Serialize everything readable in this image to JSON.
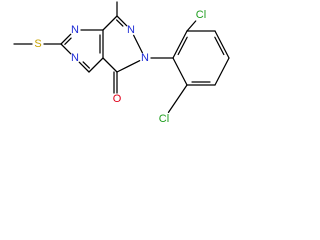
{
  "structure": {
    "atoms": [
      {
        "id": "CH3_S",
        "symbol": "",
        "color": "#000000"
      },
      {
        "id": "S",
        "symbol": "S",
        "color": "#c8a200"
      },
      {
        "id": "C2",
        "symbol": "",
        "color": "#000000"
      },
      {
        "id": "N1",
        "symbol": "N",
        "color": "#1d2bd6"
      },
      {
        "id": "N3",
        "symbol": "N",
        "color": "#1d2bd6"
      },
      {
        "id": "C8a",
        "symbol": "",
        "color": "#000000"
      },
      {
        "id": "C4",
        "symbol": "",
        "color": "#000000"
      },
      {
        "id": "C4a",
        "symbol": "",
        "color": "#000000"
      },
      {
        "id": "C8",
        "symbol": "",
        "color": "#000000"
      },
      {
        "id": "CH3_C8",
        "symbol": "",
        "color": "#000000"
      },
      {
        "id": "N7",
        "symbol": "N",
        "color": "#1d2bd6"
      },
      {
        "id": "N6",
        "symbol": "N",
        "color": "#1d2bd6"
      },
      {
        "id": "C5",
        "symbol": "",
        "color": "#000000"
      },
      {
        "id": "O",
        "symbol": "O",
        "color": "#e0001a"
      },
      {
        "id": "Ph1",
        "symbol": "",
        "color": "#000000"
      },
      {
        "id": "Ph2",
        "symbol": "",
        "color": "#000000"
      },
      {
        "id": "Cl_top",
        "symbol": "Cl",
        "color": "#1f9e1f"
      },
      {
        "id": "Ph3",
        "symbol": "",
        "color": "#000000"
      },
      {
        "id": "Ph4",
        "symbol": "",
        "color": "#000000"
      },
      {
        "id": "Ph5",
        "symbol": "",
        "color": "#000000"
      },
      {
        "id": "Ph6",
        "symbol": "",
        "color": "#000000"
      },
      {
        "id": "Cl_bottom",
        "symbol": "Cl",
        "color": "#1f9e1f"
      }
    ],
    "bonds": [
      {
        "a": "CH3_S",
        "b": "S",
        "order": 1
      },
      {
        "a": "S",
        "b": "C2",
        "order": 1
      },
      {
        "a": "C2",
        "b": "N1",
        "order": 2
      },
      {
        "a": "C2",
        "b": "N3",
        "order": 1
      },
      {
        "a": "N1",
        "b": "C8a",
        "order": 1
      },
      {
        "a": "N3",
        "b": "C4",
        "order": 2
      },
      {
        "a": "C4",
        "b": "C4a",
        "order": 1
      },
      {
        "a": "C4a",
        "b": "C8a",
        "order": 2
      },
      {
        "a": "C8a",
        "b": "C8",
        "order": 1
      },
      {
        "a": "C8",
        "b": "CH3_C8",
        "order": 1
      },
      {
        "a": "C8",
        "b": "N7",
        "order": 2
      },
      {
        "a": "N7",
        "b": "N6",
        "order": 1
      },
      {
        "a": "N6",
        "b": "C5",
        "order": 1
      },
      {
        "a": "C5",
        "b": "C4a",
        "order": 1
      },
      {
        "a": "C5",
        "b": "O",
        "order": 2
      },
      {
        "a": "N6",
        "b": "Ph1",
        "order": 1
      },
      {
        "a": "Ph1",
        "b": "Ph2",
        "order": 2
      },
      {
        "a": "Ph2",
        "b": "Cl_top",
        "order": 1
      },
      {
        "a": "Ph2",
        "b": "Ph3",
        "order": 1
      },
      {
        "a": "Ph3",
        "b": "Ph4",
        "order": 2
      },
      {
        "a": "Ph4",
        "b": "Ph5",
        "order": 1
      },
      {
        "a": "Ph5",
        "b": "Ph6",
        "order": 2
      },
      {
        "a": "Ph6",
        "b": "Ph1",
        "order": 1
      },
      {
        "a": "Ph6",
        "b": "Cl_bottom",
        "order": 1
      }
    ]
  }
}
